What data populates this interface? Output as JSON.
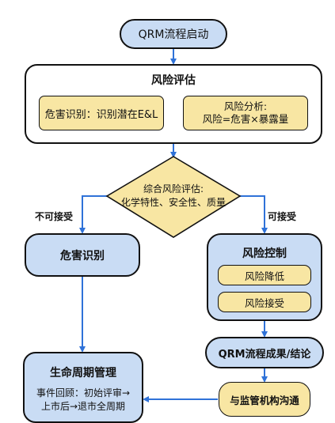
{
  "start": {
    "label": "QRM流程启动"
  },
  "risk_assessment": {
    "title": "风险评估",
    "identification": "危害识别：识别潜在E&L",
    "analysis_line1": "风险分析:",
    "analysis_line2": "风险=危害×暴露量"
  },
  "decision": {
    "line1": "综合风险评估:",
    "line2": "化学特性、安全性、质量",
    "no_label": "不可接受",
    "yes_label": "可接受"
  },
  "hazard_identification": {
    "label": "危害识别"
  },
  "risk_control": {
    "title": "风险控制",
    "items": [
      "风险降低",
      "风险接受"
    ]
  },
  "qrm_result": {
    "label": "QRM流程成果/结论"
  },
  "lifecycle": {
    "title": "生命周期管理",
    "line1": "事件回顾：初始评审→",
    "line2": "上市后→退市全周期"
  },
  "regulator": {
    "label": "与监管机构沟通"
  },
  "colors": {
    "arrow": "#2f72d8",
    "blue_fill": "#c9dcf4",
    "yellow_fill": "#f8e6a3"
  }
}
